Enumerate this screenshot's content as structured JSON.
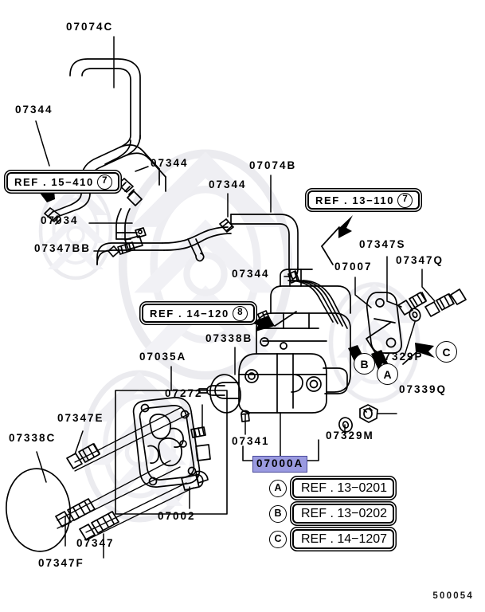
{
  "diagram": {
    "id": "500054",
    "highlight_color": "#9a9ae0",
    "line_color": "#000000",
    "background_color": "#ffffff"
  },
  "highlighted_part": {
    "number": "07000A"
  },
  "part_labels": [
    {
      "id": "p-07074C",
      "number": "07074C"
    },
    {
      "id": "p-07344a",
      "number": "07344"
    },
    {
      "id": "p-07344b",
      "number": "07344"
    },
    {
      "id": "p-07344c",
      "number": "07344"
    },
    {
      "id": "p-07344d",
      "number": "07344"
    },
    {
      "id": "p-07074B",
      "number": "07074B"
    },
    {
      "id": "p-07034",
      "number": "07034"
    },
    {
      "id": "p-07347BB",
      "number": "07347BB"
    },
    {
      "id": "p-07347S",
      "number": "07347S"
    },
    {
      "id": "p-07347Q",
      "number": "07347Q"
    },
    {
      "id": "p-07007",
      "number": "07007"
    },
    {
      "id": "p-07329P",
      "number": "07329P"
    },
    {
      "id": "p-07339Q",
      "number": "07339Q"
    },
    {
      "id": "p-07329M",
      "number": "07329M"
    },
    {
      "id": "p-07341",
      "number": "07341"
    },
    {
      "id": "p-07338B",
      "number": "07338B"
    },
    {
      "id": "p-07035A",
      "number": "07035A"
    },
    {
      "id": "p-07272",
      "number": "07272"
    },
    {
      "id": "p-07002",
      "number": "07002"
    },
    {
      "id": "p-07347E",
      "number": "07347E"
    },
    {
      "id": "p-07338C",
      "number": "07338C"
    },
    {
      "id": "p-07347",
      "number": "07347"
    },
    {
      "id": "p-07347F",
      "number": "07347F"
    }
  ],
  "ref_boxes": [
    {
      "id": "ref-15-410",
      "text": "REF . 15−410",
      "num": "7"
    },
    {
      "id": "ref-13-110",
      "text": "REF . 13−110",
      "num": "7"
    },
    {
      "id": "ref-14-120",
      "text": "REF . 14−120",
      "num": "8"
    }
  ],
  "location_markers": [
    {
      "id": "mark-A",
      "letter": "A"
    },
    {
      "id": "mark-B",
      "letter": "B"
    },
    {
      "id": "mark-C",
      "letter": "C"
    }
  ],
  "legend": [
    {
      "key": "A",
      "text": "REF . 13−020",
      "num": "1"
    },
    {
      "key": "B",
      "text": "REF . 13−020",
      "num": "2"
    },
    {
      "key": "C",
      "text": "REF . 14−120",
      "num": "7"
    }
  ]
}
